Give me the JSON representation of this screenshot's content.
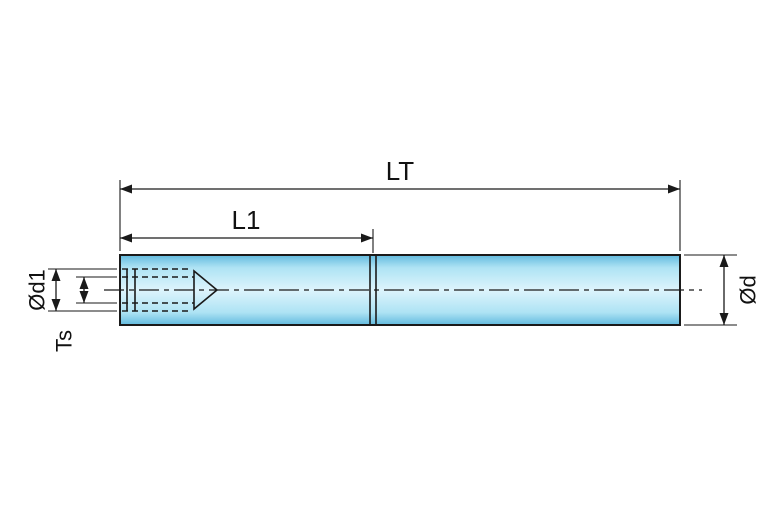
{
  "drawing": {
    "labels": {
      "total_length": "LT",
      "front_length": "L1",
      "bore_diameter": "Ød1",
      "thread_size": "Ts",
      "outer_diameter": "Ød"
    },
    "colors": {
      "line": "#1a1a1a",
      "body_edge": "#62bade",
      "body_mid": "#aee3f4",
      "body_highlight": "#ddf4fc",
      "background": "#ffffff"
    }
  }
}
